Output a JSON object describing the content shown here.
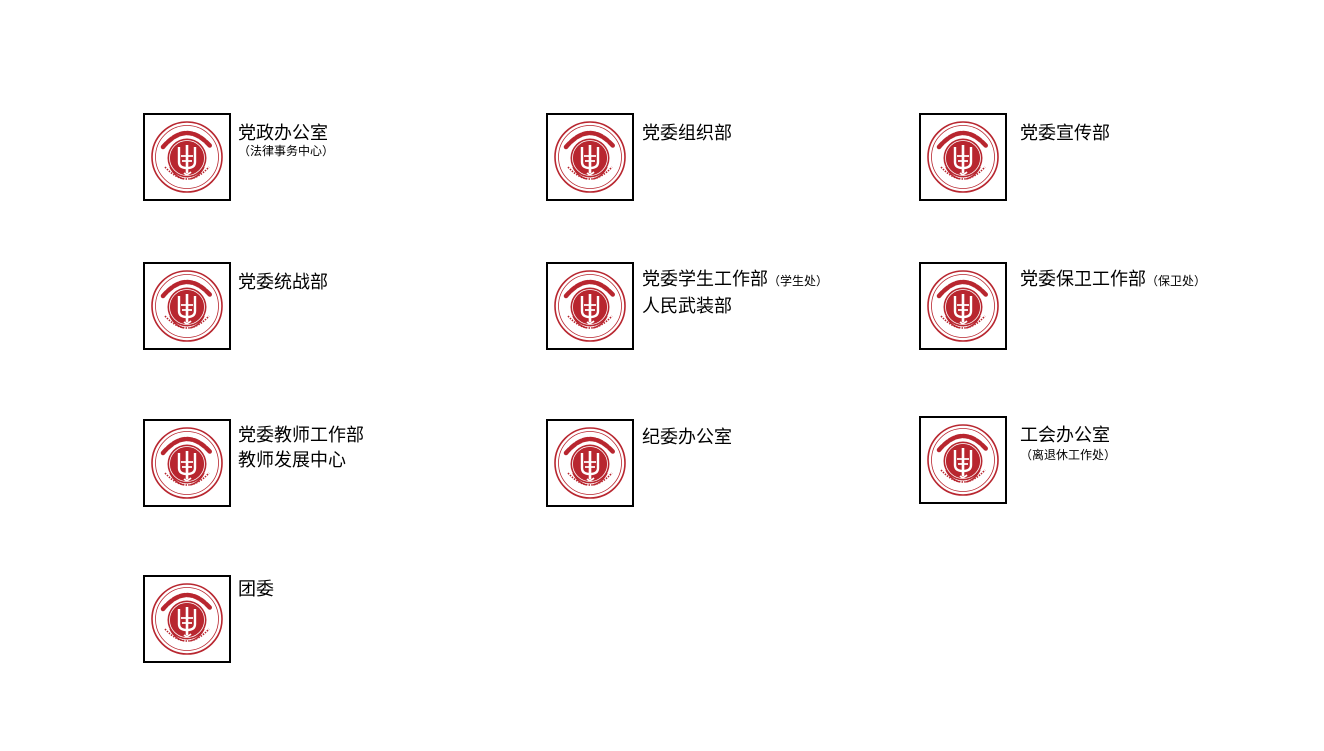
{
  "colors": {
    "seal_red": "#b8262f",
    "frame": "#000000"
  },
  "logo_icon": "college-seal-icon",
  "departments": [
    {
      "main": "党政办公室",
      "sub": "（法律事务中心）"
    },
    {
      "main": "党委组织部"
    },
    {
      "main": "党委宣传部"
    },
    {
      "main": "党委统战部"
    },
    {
      "main": "党委学生工作部",
      "suffix": "（学生处）",
      "line2": "人民武装部"
    },
    {
      "main": "党委保卫工作部",
      "suffix": "（保卫处）"
    },
    {
      "main": "党委教师工作部",
      "line2": "教师发展中心"
    },
    {
      "main": "纪委办公室"
    },
    {
      "main": "工会办公室",
      "sub": "（离退休工作处）"
    },
    {
      "main": "团委"
    }
  ]
}
